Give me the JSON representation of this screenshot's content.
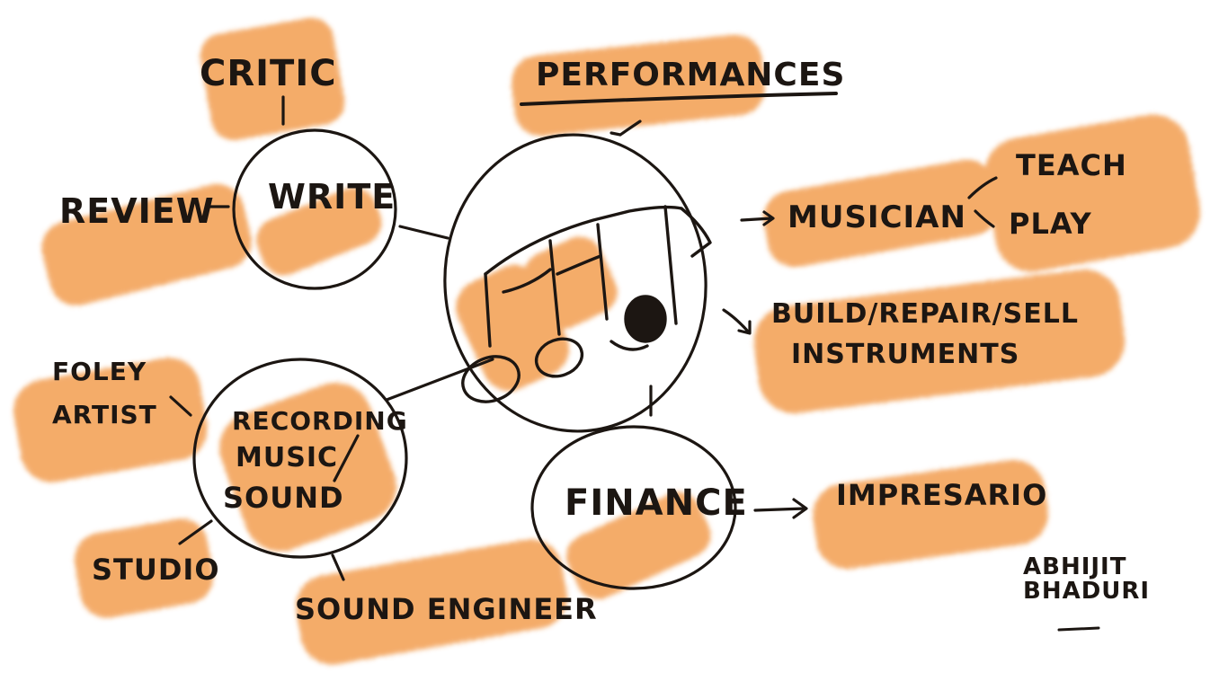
{
  "colors": {
    "ink": "#1c1612",
    "highlight": "#f29a4a"
  },
  "labels": {
    "critic": "CRITIC",
    "performances": "PERFORMANCES",
    "review": "REVIEW",
    "write": "WRITE",
    "musician": "MUSICIAN",
    "teach": "TEACH",
    "play": "PLAY",
    "build_line1": "BUILD/REPAIR/SELL",
    "build_line2": "INSTRUMENTS",
    "foley_line1": "FOLEY",
    "foley_line2": "ARTIST",
    "recording_line1": "RECORDING",
    "recording_line2": "MUSIC",
    "recording_line3": "SOUND",
    "finance": "FINANCE",
    "impresario": "IMPRESARIO",
    "studio": "STUDIO",
    "sound_engineer": "SOUND ENGINEER"
  },
  "signature": {
    "line1": "ABHIJIT",
    "line2": "BHADURI"
  },
  "icons": {
    "center": "music-notes-icon"
  }
}
